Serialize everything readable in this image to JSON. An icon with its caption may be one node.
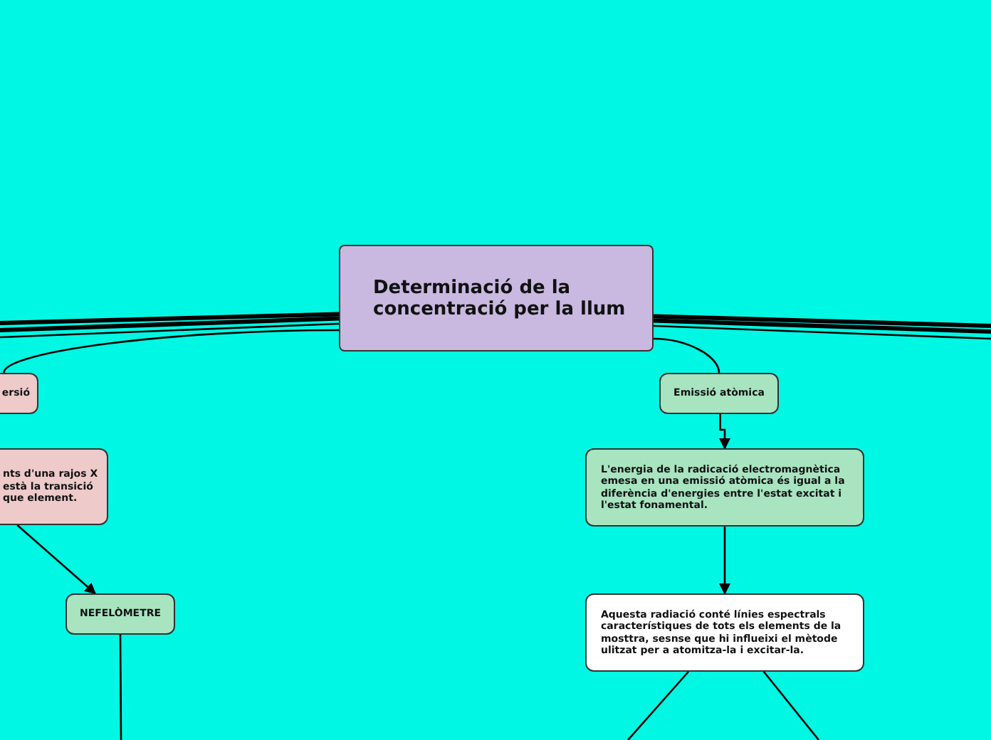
{
  "diagram": {
    "nodes": [
      {
        "text": [
          "Determinació de la concentració per la llum"
        ]
      },
      {
        "text": [
          "ersió"
        ]
      },
      {
        "text": [
          "nts d'una rajos X està la transició que element."
        ]
      },
      {
        "text": [
          "NEFELÒMETRE"
        ]
      },
      {
        "text": [
          "Emissió atòmica"
        ]
      },
      {
        "text": [
          "L'energia de la radicació electromagnètica emesa en una emissió atòmica és igual a la diferència d'energies entre l'estat excitat i l'estat fonamental."
        ]
      },
      {
        "text": [
          "Aquesta radiació conté línies espectrals característiques de tots els elements de la mosttra, sesnse que hi influeixi el mètode ulitzat per a atomitza-la i excitar-la."
        ]
      }
    ],
    "edges": [
      {
        "from": 0,
        "to": 1,
        "arrow": "none"
      },
      {
        "from": 0,
        "to": 4,
        "arrow": "none"
      },
      {
        "from": 4,
        "to": 5,
        "arrow": "to"
      },
      {
        "from": 5,
        "to": 6,
        "arrow": "to"
      },
      {
        "from": 2,
        "to": 3,
        "arrow": "to"
      },
      {
        "from": 3,
        "to": null,
        "arrow": "none"
      },
      {
        "from": 6,
        "to": null,
        "arrow": "none"
      },
      {
        "from": 6,
        "to": null,
        "arrow": "none"
      },
      {
        "from": 0,
        "to": null,
        "arrow": "none",
        "style": "thick"
      },
      {
        "from": 0,
        "to": null,
        "arrow": "none",
        "style": "thick"
      },
      {
        "from": 0,
        "to": null,
        "arrow": "none"
      },
      {
        "from": 0,
        "to": null,
        "arrow": "none",
        "style": "thick"
      },
      {
        "from": 0,
        "to": null,
        "arrow": "none",
        "style": "thick"
      },
      {
        "from": 0,
        "to": null,
        "arrow": "none"
      }
    ]
  }
}
